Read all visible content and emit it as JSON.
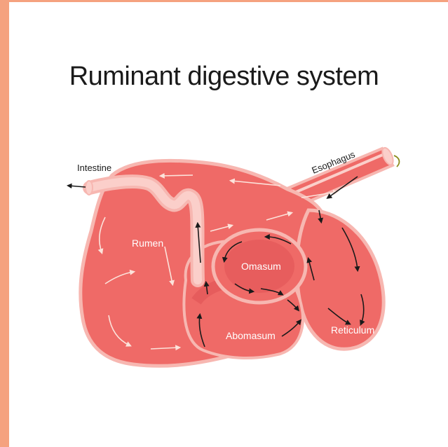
{
  "title": "Ruminant digestive system",
  "labels": {
    "intestine": "Intestine",
    "esophagus": "Esophagus",
    "rumen": "Rumen",
    "omasum": "Omasum",
    "abomasum": "Abomasum",
    "reticulum": "Reticulum"
  },
  "colors": {
    "background_border": "#F5A27F",
    "stomach_fill": "#EF6A67",
    "stomach_outline": "#F7B7B1",
    "stomach_dark": "#DD4E52",
    "tube_light": "#FBCFCA",
    "arrow_light": "#FCE3DB",
    "arrow_dark": "#1a1a1a"
  }
}
